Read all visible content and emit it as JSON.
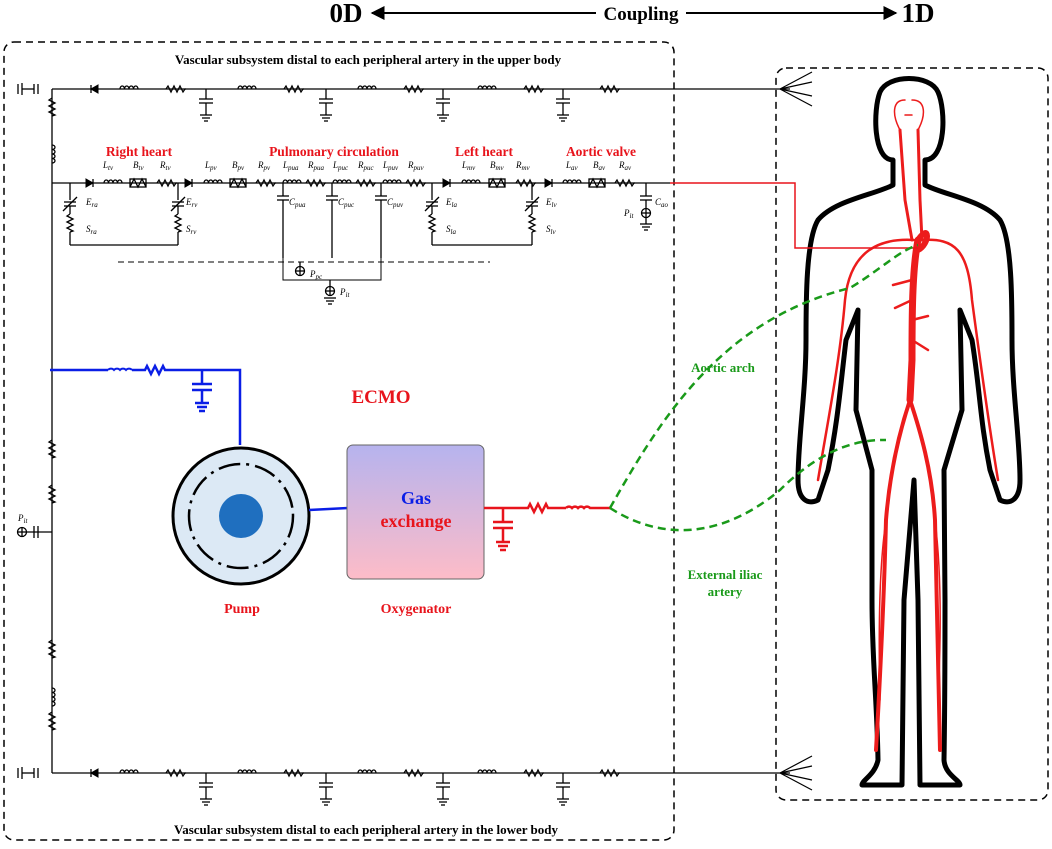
{
  "header": {
    "left_label": "0D",
    "middle_label": "Coupling",
    "right_label": "1D"
  },
  "upper_title": "Vascular subsystem distal to each peripheral artery in the upper body",
  "lower_title": "Vascular subsystem distal to each peripheral artery in the lower body",
  "sections": {
    "right_heart": "Right heart",
    "pulmonary": "Pulmonary circulation",
    "left_heart": "Left heart",
    "aortic_valve": "Aortic valve"
  },
  "component_labels": {
    "Ltv": [
      "L",
      "tv"
    ],
    "Btv": [
      "B",
      "tv"
    ],
    "Rtv": [
      "R",
      "tv"
    ],
    "Lpv": [
      "L",
      "pv"
    ],
    "Bpv": [
      "B",
      "pv"
    ],
    "Rpv": [
      "R",
      "pv"
    ],
    "Lpua": [
      "L",
      "pua"
    ],
    "Rpua": [
      "R",
      "pua"
    ],
    "Lpuc": [
      "L",
      "puc"
    ],
    "Rpuc": [
      "R",
      "puc"
    ],
    "Lpuv": [
      "L",
      "puv"
    ],
    "Rpuv": [
      "R",
      "puv"
    ],
    "Lmv": [
      "L",
      "mv"
    ],
    "Bmv": [
      "B",
      "mv"
    ],
    "Rmv": [
      "R",
      "mv"
    ],
    "Lav": [
      "L",
      "av"
    ],
    "Bav": [
      "B",
      "av"
    ],
    "Rav": [
      "R",
      "av"
    ],
    "Era": [
      "E",
      "ra"
    ],
    "Sra": [
      "S",
      "ra"
    ],
    "Erv": [
      "E",
      "rv"
    ],
    "Srv": [
      "S",
      "rv"
    ],
    "Ela": [
      "E",
      "la"
    ],
    "Sla": [
      "S",
      "la"
    ],
    "Elv": [
      "E",
      "lv"
    ],
    "Slv": [
      "S",
      "lv"
    ],
    "Cpua": [
      "C",
      "pua"
    ],
    "Cpuc": [
      "C",
      "puc"
    ],
    "Cpuv": [
      "C",
      "puv"
    ],
    "Cao": [
      "C",
      "ao"
    ],
    "Pit_ao": [
      "P",
      "it"
    ],
    "Ppc": [
      "P",
      "pc"
    ],
    "Pit_pc": [
      "P",
      "it"
    ],
    "Pit_left": [
      "P",
      "it"
    ]
  },
  "ecmo": {
    "title": "ECMO",
    "pump_label": "Pump",
    "oxygenator_label": "Oxygenator",
    "gas_line1": "Gas",
    "gas_line2": "exchange"
  },
  "annotations": {
    "aortic_arch": "Aortic arch",
    "iliac_line1": "External iliac",
    "iliac_line2": "artery"
  },
  "colors": {
    "circuit": "#000000",
    "label_red": "#e8141c",
    "ecmo_blue": "#0a1ee6",
    "cannula_green": "#1a9a1a",
    "artery_red": "#ec1c1c",
    "pump_face": "#dce9f5",
    "pump_core": "#1f6fbf",
    "oxy_top": "#b6b3ee",
    "oxy_bottom": "#fdbcc8"
  }
}
